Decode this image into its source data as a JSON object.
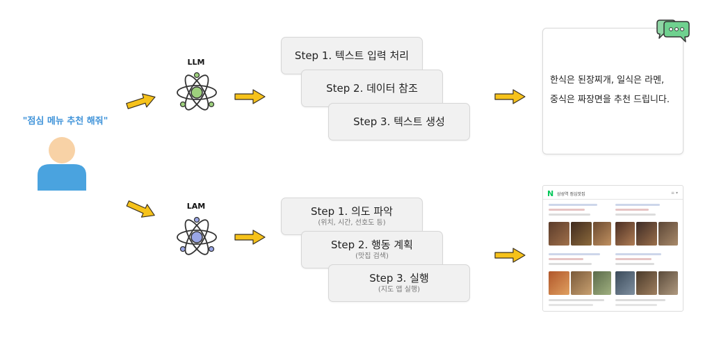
{
  "user": {
    "quote": "\"점심 메뉴 추천 해줘\""
  },
  "llm": {
    "label": "LLM",
    "steps": [
      {
        "title": "Step 1. 텍스트 입력 처리"
      },
      {
        "title": "Step 2. 데이터 참조"
      },
      {
        "title": "Step 3. 텍스트 생성"
      }
    ],
    "answer_lines": [
      "한식은 된장찌개, 일식은 라멘,",
      "중식은 짜장면을 추천 드립니다."
    ]
  },
  "lam": {
    "label": "LAM",
    "steps": [
      {
        "title": "Step 1. 의도 파악",
        "sub": "(위치, 시간, 선호도 등)"
      },
      {
        "title": "Step 2. 행동 계획",
        "sub": "(맛집 검색)"
      },
      {
        "title": "Step 3. 실행",
        "sub": "(지도 앱 실행)"
      }
    ],
    "result": {
      "title": "삼성역 점심맛집",
      "logo": "N",
      "menu": "≡ ▾"
    }
  },
  "colors": {
    "arrow_fill": "#f6c21a",
    "arrow_stroke": "#3a3020",
    "quote": "#3f93d9",
    "person_body": "#4aa3df",
    "person_head": "#f8d2a6",
    "llm_nucleus": "#9ed17d",
    "lam_nucleus": "#9aa6e6",
    "chat_bubble": "#6fd18f"
  }
}
